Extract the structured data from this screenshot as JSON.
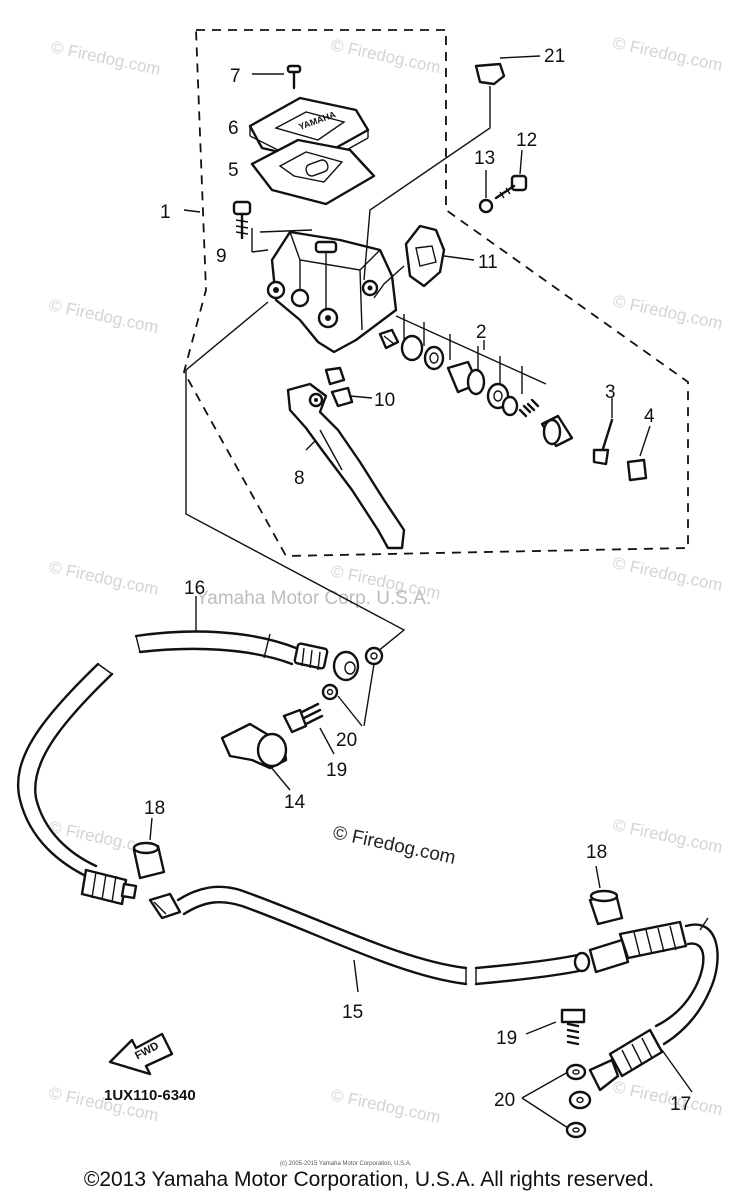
{
  "watermark": {
    "brand": "© Firedog.com",
    "center": "© Firedog.com",
    "corp": "Yamaha Motor Corp. U.S.A."
  },
  "diagram_code": "1UX110-6340",
  "fwd_label": "FWD",
  "fine_print": "(c) 2005-2015 Yamaha Motor Corporation, U.S.A.",
  "copyright": "©2013 Yamaha Motor Corporation, U.S.A. All rights reserved.",
  "callouts": {
    "c1": "1",
    "c2": "2",
    "c3": "3",
    "c4": "4",
    "c5": "5",
    "c6": "6",
    "c7": "7",
    "c8": "8",
    "c9": "9",
    "c10": "10",
    "c11": "11",
    "c12": "12",
    "c13": "13",
    "c14": "14",
    "c15": "15",
    "c16": "16",
    "c17": "17",
    "c18a": "18",
    "c18b": "18",
    "c19a": "19",
    "c19b": "19",
    "c20a": "20",
    "c20b": "20",
    "c21": "21"
  }
}
